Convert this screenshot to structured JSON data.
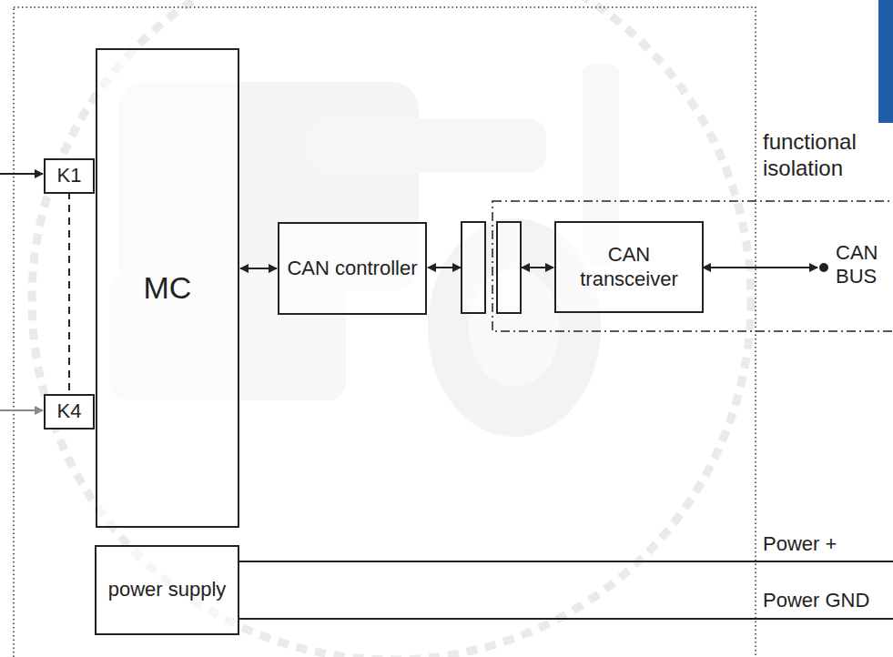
{
  "diagram": {
    "nodes": [
      {
        "text": [
          "K1"
        ]
      },
      {
        "text": [
          "K4"
        ]
      },
      {
        "text": [
          "MC"
        ]
      },
      {
        "text": [
          "CAN controller"
        ]
      },
      {
        "text": [
          "functional isolation"
        ]
      },
      {
        "text": [
          "CAN transceiver"
        ],
        "in": 4
      },
      {
        "text": [
          "power supply"
        ]
      }
    ],
    "edges": [
      {
        "from": 2,
        "to": 3,
        "arrow": "both"
      },
      {
        "from": 3,
        "to": 5,
        "arrow": "both"
      }
    ],
    "labels": [
      "CAN BUS",
      "Power +",
      "Power GND"
    ]
  }
}
